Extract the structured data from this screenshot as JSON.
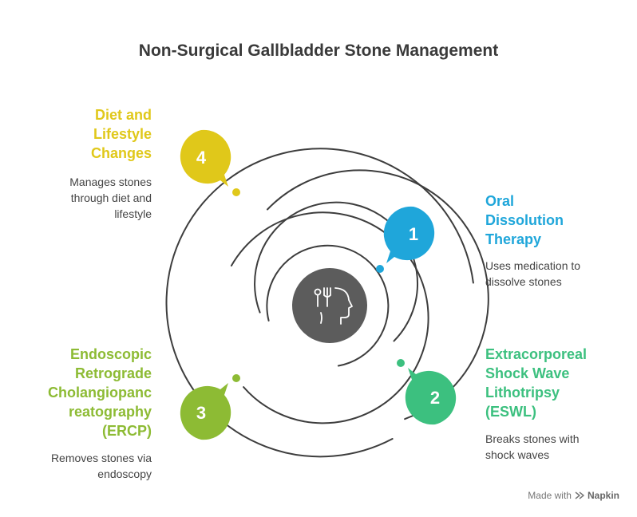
{
  "title": "Non-Surgical Gallbladder Stone Management",
  "items": [
    {
      "number": "1",
      "heading_lines": [
        "Oral",
        "Dissolution",
        "Therapy"
      ],
      "description_lines": [
        "Uses medication to",
        "dissolve stones"
      ],
      "color": "#1FA6DA"
    },
    {
      "number": "2",
      "heading_lines": [
        "Extracorporeal",
        "Shock Wave",
        "Lithotripsy",
        "(ESWL)"
      ],
      "description_lines": [
        "Breaks stones with",
        "shock waves"
      ],
      "color": "#3CC07F"
    },
    {
      "number": "3",
      "heading_lines": [
        "Endoscopic",
        "Retrograde",
        "Cholangiopanc",
        "reatography",
        "(ERCP)"
      ],
      "description_lines": [
        "Removes stones via",
        "endoscopy"
      ],
      "color": "#8DBB34"
    },
    {
      "number": "4",
      "heading_lines": [
        "Diet and",
        "Lifestyle",
        "Changes"
      ],
      "description_lines": [
        "Manages stones",
        "through diet and",
        "lifestyle"
      ],
      "color": "#E0C81A"
    }
  ],
  "center_icon": "head-with-utensils-icon",
  "center_color": "#5C5C5C",
  "footer": {
    "prefix": "Made with",
    "brand": "Napkin"
  }
}
